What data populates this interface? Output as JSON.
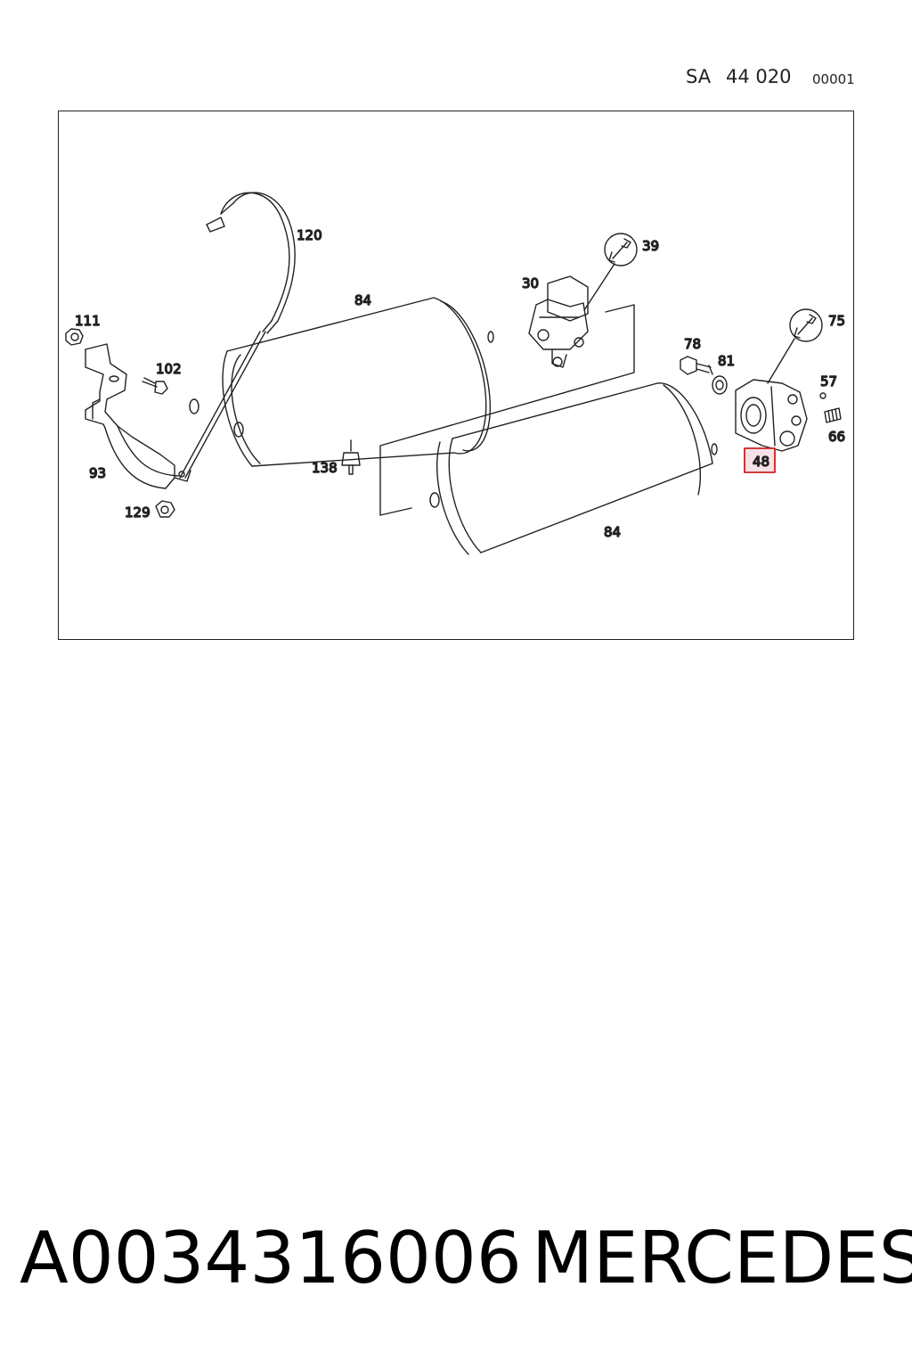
{
  "header": {
    "sa": "SA",
    "group": "44 020",
    "sheet": "00001"
  },
  "callouts": {
    "c120": "120",
    "c84_top": "84",
    "c111": "111",
    "c102": "102",
    "c93": "93",
    "c129": "129",
    "c138": "138",
    "c30": "30",
    "c39": "39",
    "c78": "78",
    "c81": "81",
    "c75": "75",
    "c57": "57",
    "c66": "66",
    "c48": "48",
    "c84_bottom": "84"
  },
  "highlight": {
    "callout": "48",
    "color": "#cc2222"
  },
  "icons": [
    "wrench-icon"
  ],
  "footer": {
    "part_number": "A0034316006",
    "brand": "MERCEDES"
  }
}
